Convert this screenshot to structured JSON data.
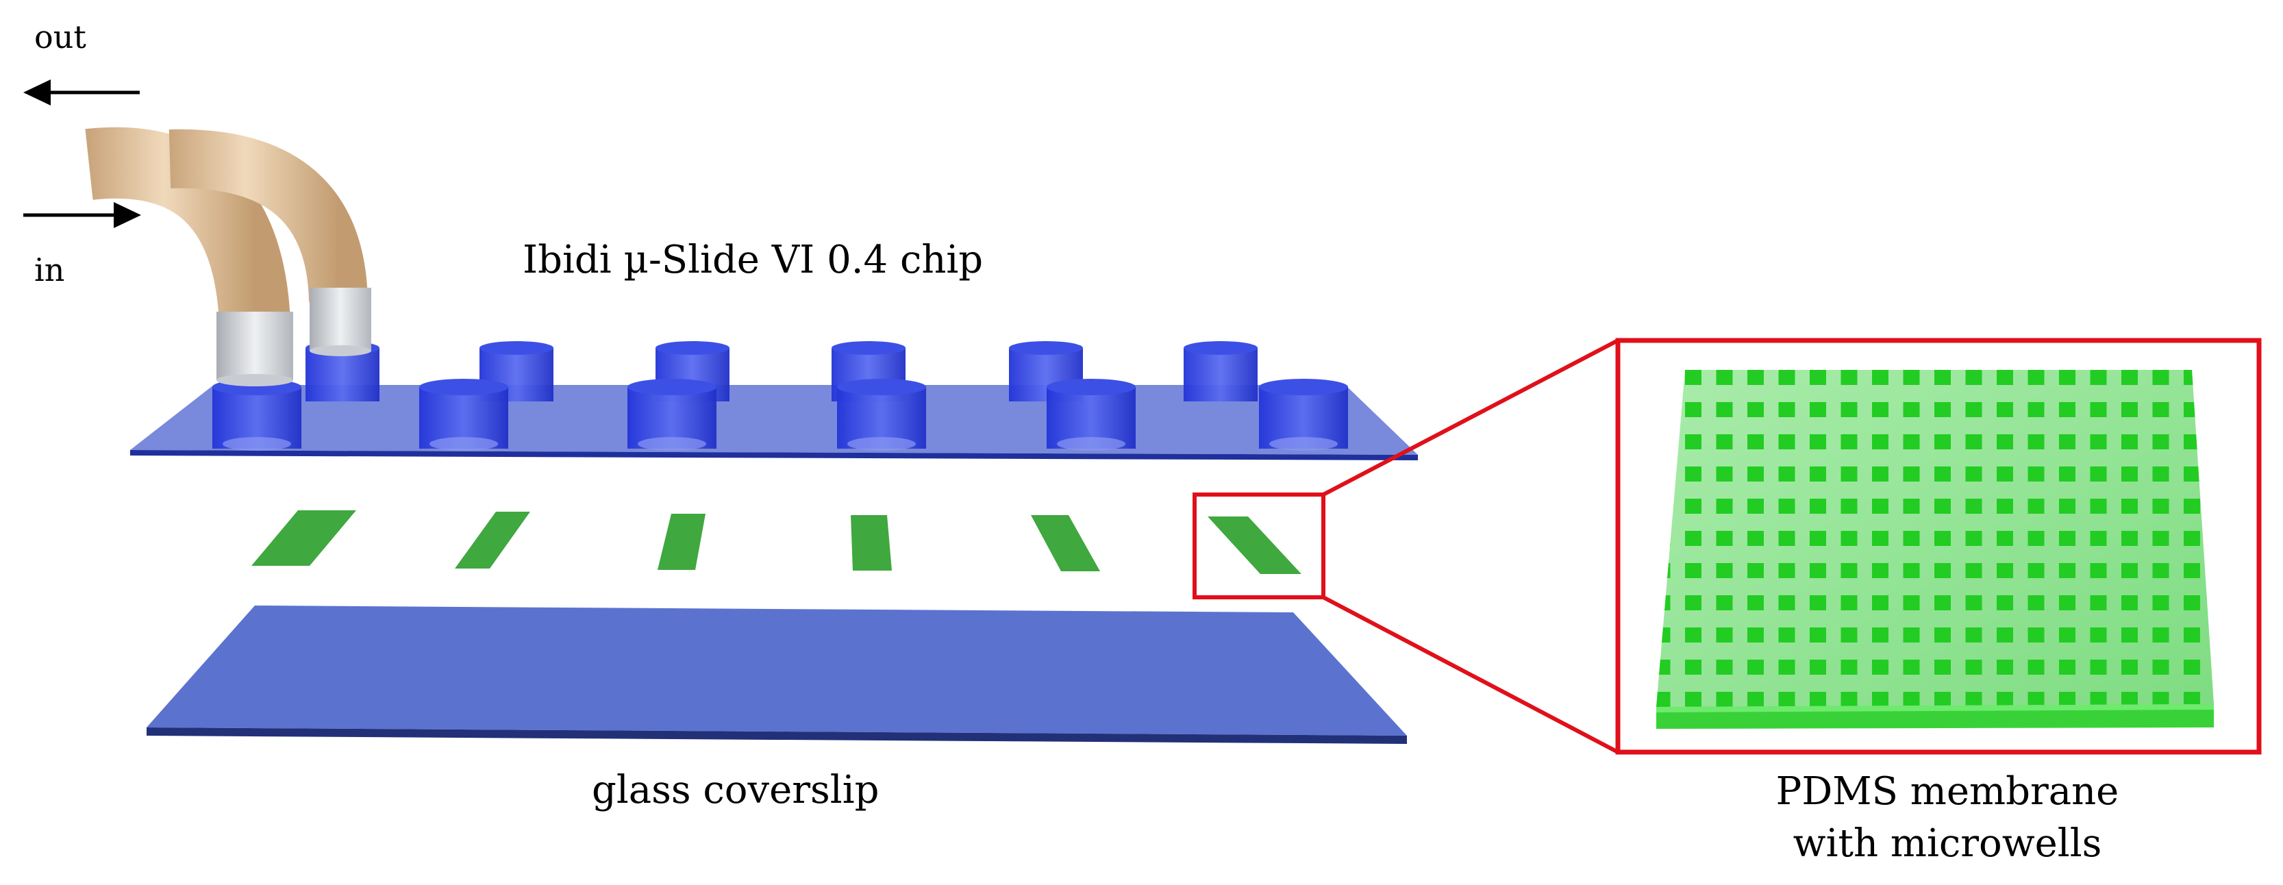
{
  "labels": {
    "out": "out",
    "in": "in",
    "chip": "Ibidi µ-Slide VI 0.4 chip",
    "coverslip": "glass coverslip",
    "membrane_line1": "PDMS membrane",
    "membrane_line2": "with microwells"
  },
  "colors": {
    "chip": "#2b3fcf",
    "coverslip": "#5b73cf",
    "membrane": "#3fb03f",
    "highlight": "#e0101a",
    "tubing": "#e3c7a3",
    "connector": "#d8dade"
  },
  "icons": [
    "arrow-left-icon",
    "arrow-right-icon"
  ]
}
